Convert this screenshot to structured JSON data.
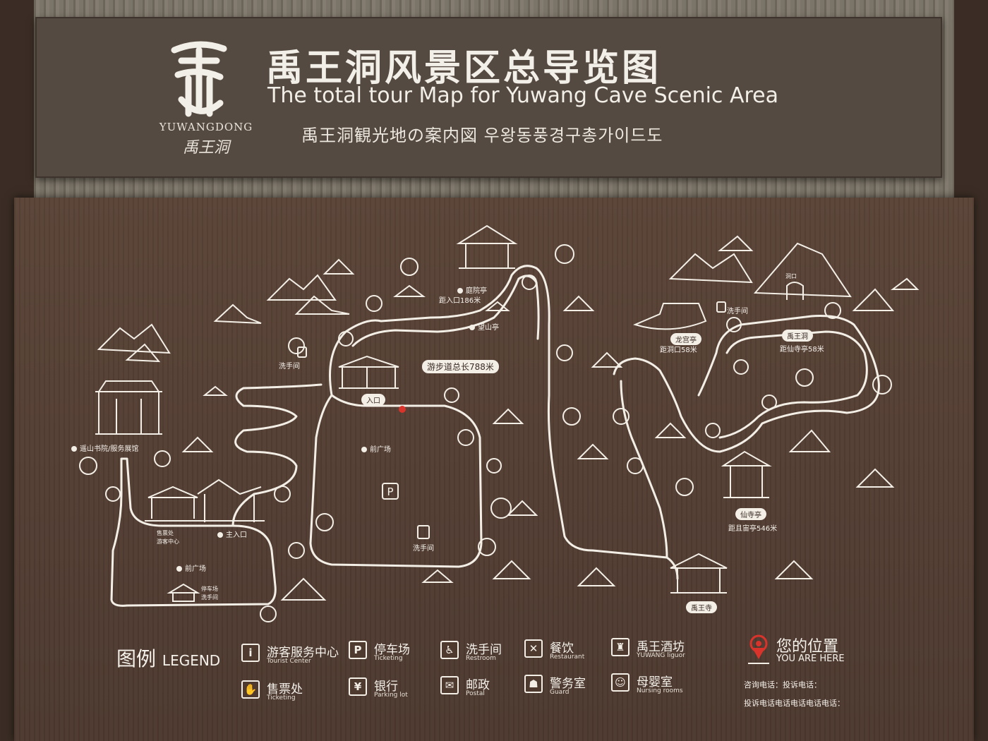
{
  "header": {
    "title_cn": "禹王洞风景区总导览图",
    "title_en": "The total tour Map for Yuwang Cave Scenic Area",
    "title_sub": "禹王洞観光地の案内図  우왕동풍경구총가이드도",
    "logo_en": "YUWANGDONG",
    "logo_cn": "禹王洞"
  },
  "map": {
    "labels": {
      "gaojiting": "庭院亭",
      "gaojiting_dist": "距入口186米",
      "wangshanting": "望山亭",
      "walkway": "游步道总长788米",
      "xishoujian_1": "洗手间",
      "xishoujian_2": "洗手间",
      "xishoujian_3": "洗手间",
      "entrance": "入口",
      "qianguangchang_1": "前广场",
      "qianguangchang_2": "前广场",
      "shuyuan": "遥山书院/服务展馆",
      "main_entrance": "主入口",
      "small_1": "售票处",
      "small_2": "游客中心",
      "small_3": "停车场",
      "small_4": "洗手间",
      "longgong": "龙宫亭",
      "longgong_dist": "距洞口58米",
      "yuwangdong": "禹王洞",
      "yuwangdong_dist": "距仙寺亭58米",
      "xiansi": "仙寺亭",
      "xiansi_dist": "距且宙亭546米",
      "yuwangsi": "禹王寺",
      "cave_mark": "洞口"
    }
  },
  "legend": {
    "title_cn": "图例",
    "title_en": "LEGEND",
    "items": [
      {
        "icon": "i",
        "cn": "游客服务中心",
        "en": "Tourist Center"
      },
      {
        "icon": "P",
        "cn": "停车场",
        "en": "Ticketing"
      },
      {
        "icon": "♿",
        "cn": "洗手间",
        "en": "Restroom"
      },
      {
        "icon": "✕",
        "cn": "餐饮",
        "en": "Restaurant"
      },
      {
        "icon": "♜",
        "cn": "禹王酒坊",
        "en": "YUWANG liguor"
      },
      {
        "icon": "✋",
        "cn": "售票处",
        "en": "Ticketing"
      },
      {
        "icon": "¥",
        "cn": "银行",
        "en": "Parking lot"
      },
      {
        "icon": "✉",
        "cn": "邮政",
        "en": "Postal"
      },
      {
        "icon": "☗",
        "cn": "警务室",
        "en": "Guard"
      },
      {
        "icon": "☺",
        "cn": "母婴室",
        "en": "Nursing rooms"
      }
    ],
    "you_are_here_cn": "您的位置",
    "you_are_here_en": "YOU ARE HERE",
    "contact_1": "咨询电话：投诉电话：",
    "contact_2": "投诉电话电话电话电话电话："
  },
  "colors": {
    "board": "#4f3a30",
    "ink": "#f3efe7",
    "header": "#554a41",
    "marker": "#d9342b"
  }
}
